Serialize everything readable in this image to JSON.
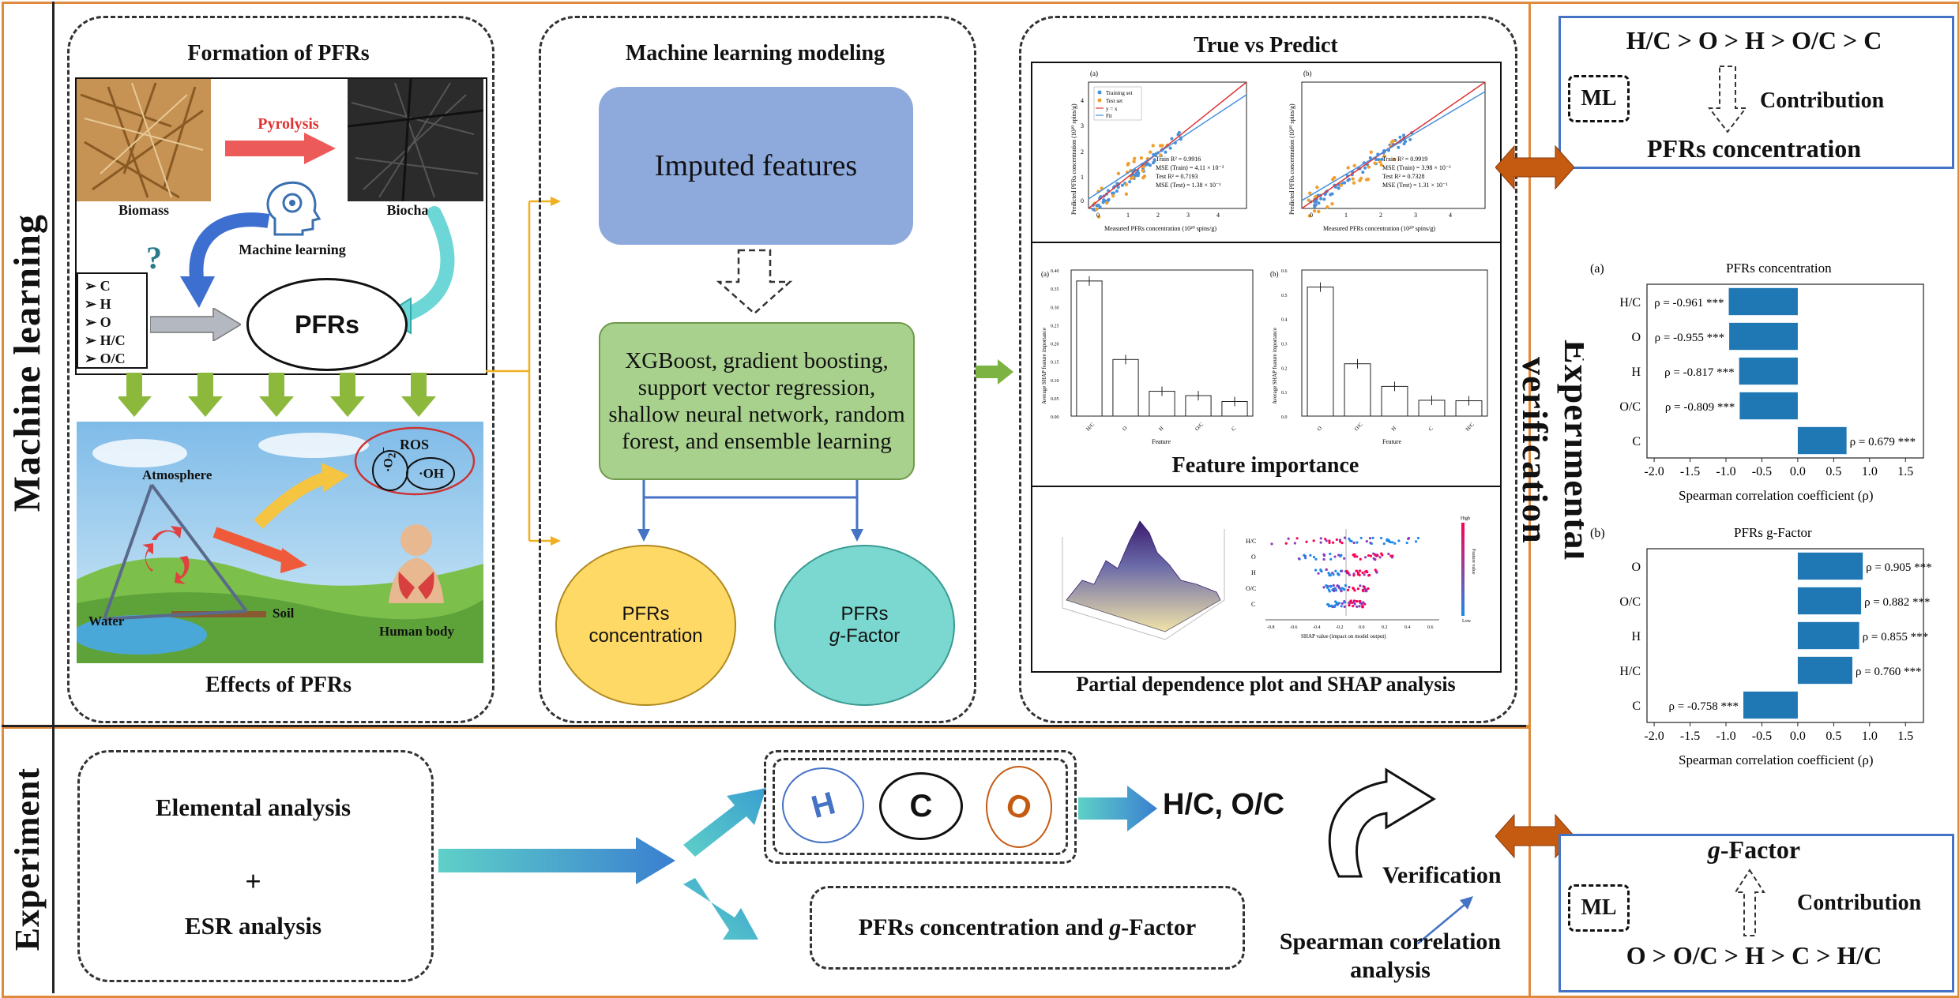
{
  "sections": {
    "machine_learning": "Machine learning",
    "experiment": "Experiment",
    "experimental_verification": "Experimental verification"
  },
  "formation": {
    "title": "Formation of PFRs",
    "pyrolysis": "Pyrolysis",
    "biomass": "Biomass",
    "biochar": "Biochar",
    "machine_learning": "Machine learning",
    "question": "?",
    "pfrs": "PFRs",
    "elements": [
      "C",
      "H",
      "O",
      "H/C",
      "O/C"
    ]
  },
  "effects": {
    "title": "Effects of PFRs",
    "ros": "ROS",
    "o2": "·O",
    "o2_sub": "2",
    "o2_sup": "−",
    "oh": "·OH",
    "atmosphere": "Atmosphere",
    "water": "Water",
    "soil": "Soil",
    "human_body": "Human body"
  },
  "modeling": {
    "title": "Machine learning modeling",
    "imputed": "Imputed features",
    "models": "XGBoost, gradient boosting, support vector regression, shallow neural network, random forest, and ensemble learning",
    "out1_line1": "PFRs",
    "out1_line2": "concentration",
    "out2_line1": "PFRs",
    "out2_g": "g",
    "out2_rest": "-Factor"
  },
  "results": {
    "tvp_title": "True vs Predict",
    "fi_title": "Feature importance",
    "pd_title": "Partial dependence plot and SHAP analysis",
    "scatter_a": {
      "panel": "(a)",
      "legend": [
        "Training set",
        "Test set",
        "y = x",
        "Fit"
      ],
      "stats": [
        "Train R² = 0.9916",
        "MSE (Train) = 4.11 × 10⁻³",
        "Test R² = 0.7193",
        "MSE (Test) = 1.38 × 10⁻¹"
      ],
      "xlabel": "Measured PFRs concentration (10²⁰ spins/g)",
      "ylabel": "Predicted PFRs concentration (10²⁰ spins/g)",
      "ticks": [
        "0",
        "1",
        "2",
        "3",
        "4"
      ]
    },
    "scatter_b": {
      "panel": "(b)",
      "stats": [
        "Train R² = 0.9919",
        "MSE (Train) = 3.98 × 10⁻³",
        "Test R² = 0.7328",
        "MSE (Test) = 1.31 × 10⁻¹"
      ],
      "xlabel": "Measured PFRs concentration (10²⁰ spins/g)",
      "ylabel": "Predicted PFRs concentration (10²⁰ spins/g)"
    },
    "bar_a": {
      "panel": "(a)",
      "ylabel": "Average SHAP feature importance",
      "xlabel": "Feature",
      "categories": [
        "H/C",
        "O",
        "H",
        "O/C",
        "C"
      ],
      "values": [
        0.37,
        0.155,
        0.068,
        0.056,
        0.04
      ],
      "yticks": [
        "0.00",
        "0.05",
        "0.10",
        "0.15",
        "0.20",
        "0.25",
        "0.30",
        "0.35",
        "0.40"
      ]
    },
    "bar_b": {
      "panel": "(b)",
      "ylabel": "Average SHAP feature importance",
      "xlabel": "Feature",
      "categories": [
        "O",
        "O/C",
        "H",
        "C",
        "H/C"
      ],
      "values": [
        0.53,
        0.215,
        0.122,
        0.065,
        0.063
      ],
      "yticks": [
        "0.0",
        "0.1",
        "0.2",
        "0.3",
        "0.4",
        "0.5",
        "0.6"
      ]
    },
    "shap": {
      "features": [
        "H/C",
        "O",
        "H",
        "O/C",
        "C"
      ],
      "xlabel": "SHAP value (impact on model output)",
      "xticks": [
        "-0.8",
        "-0.6",
        "-0.4",
        "-0.2",
        "0.0",
        "0.2",
        "0.4",
        "0.6"
      ],
      "high": "High",
      "low": "Low",
      "cbar": "Feature value"
    }
  },
  "exp_verif": {
    "top_formula": "H/C > O > H > O/C > C",
    "ml": "ML",
    "contribution": "Contribution",
    "pfrs_conc": "PFRs concentration",
    "bottom_formula": "O > O/C > H > C > H/C",
    "g_factor_g": "g",
    "g_factor_rest": "-Factor"
  },
  "spearman_a": {
    "panel": "(a)",
    "title": "PFRs concentration",
    "categories": [
      "H/C",
      "O",
      "H",
      "O/C",
      "C"
    ],
    "values": [
      -0.961,
      -0.955,
      -0.817,
      -0.809,
      0.679
    ],
    "labels": [
      "ρ = -0.961 ***",
      "ρ = -0.955 ***",
      "ρ = -0.817 ***",
      "ρ = -0.809 ***",
      "ρ = 0.679 ***"
    ],
    "xticks": [
      "-2.0",
      "-1.5",
      "-1.0",
      "-0.5",
      "0.0",
      "0.5",
      "1.0",
      "1.5"
    ],
    "xlabel": "Spearman correlation coefficient (ρ)",
    "color": "#1f77b4"
  },
  "spearman_b": {
    "panel": "(b)",
    "title": "PFRs g-Factor",
    "categories": [
      "O",
      "O/C",
      "H",
      "H/C",
      "C"
    ],
    "values": [
      0.905,
      0.882,
      0.855,
      0.76,
      -0.758
    ],
    "labels": [
      "ρ = 0.905 ***",
      "ρ = 0.882 ***",
      "ρ = 0.855 ***",
      "ρ = 0.760 ***",
      "ρ = -0.758 ***"
    ],
    "xticks": [
      "-2.0",
      "-1.5",
      "-1.0",
      "-0.5",
      "0.0",
      "0.5",
      "1.0",
      "1.5"
    ],
    "xlabel": "Spearman correlation coefficient (ρ)",
    "color": "#1f77b4"
  },
  "experiment": {
    "elemental": "Elemental analysis",
    "plus": "+",
    "esr": "ESR analysis",
    "h": "H",
    "c": "C",
    "o": "O",
    "ratios": "H/C, O/C",
    "pfrs_g": "PFRs concentration and",
    "pfrs_g_g": "g",
    "pfrs_g_rest": "-Factor",
    "verification": "Verification",
    "spearman1": "Spearman correlation",
    "spearman2": "analysis"
  }
}
